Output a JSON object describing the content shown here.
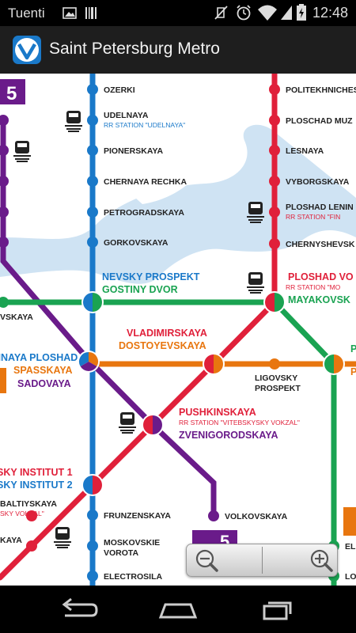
{
  "status_bar": {
    "carrier": "Tuenti",
    "time": "12:48"
  },
  "app": {
    "title": "Saint Petersburg Metro"
  },
  "map": {
    "line_colors": {
      "red": "#e0203a",
      "blue": "#1a79c9",
      "green": "#1aa352",
      "orange": "#e8760f",
      "purple": "#6a1b8a"
    },
    "stations": {
      "ozerki": "OZERKI",
      "udelnaya": "UDELNAYA",
      "rr_udelnaya": "RR STATION \"UDELNAYA\"",
      "pionerskaya": "PIONERSKAYA",
      "chernaya_rechka": "CHERNAYA RECHKA",
      "petrogradskaya": "PETROGRADSKAYA",
      "gorkovskaya": "GORKOVSKAYA",
      "nevsky_prospekt": "NEVSKY PROSPEKT",
      "gostiny_dvor": "GOSTINY DVOR",
      "politekhniches": "POLITEKHNICHES",
      "ploschad_muz": "PLOSCHAD MUZ",
      "lesnaya": "LESNAYA",
      "vyborgskaya": "VYBORGSKAYA",
      "ploshad_lenin": "PLOSHAD LENIN",
      "rr_finl": "RR STATION \"FIN",
      "chernyshevsk": "CHERNYSHEVSK",
      "ploshad_vos": "PLOSHAD VO",
      "rr_mos": "RR STATION \"MO",
      "mayakovsk": "MAYAKOVSK",
      "vskaya": "VSKAYA",
      "vladimirskaya": "VLADIMIRSKAYA",
      "dostoyevskaya": "DOSTOYEVSKAYA",
      "ligovsky": "LIGOVSKY",
      "prospekt": "PROSPEKT",
      "sennaya": "NNAYA PLOSHAD",
      "spasskaya": "SPASSKAYA",
      "sadovaya": "SADOVAYA",
      "pushkinskaya": "PUSHKINSKAYA",
      "rr_vitebsky": "RR STATION \"VITEBSKYSKY VOKZAL\"",
      "zvenigorodskaya": "ZVENIGORODSKAYA",
      "tech_inst_1": "SKY INSTITUT 1",
      "tech_inst_2": "SKY INSTITUT 2",
      "baltiyskaya": "BALTIYSKAYA",
      "rr_vokzal": "SKY VOKZAL\"",
      "kaya": "KAYA",
      "frunzenskaya": "FRUNZENSKAYA",
      "moskovskie": "MOSKOVSKIE",
      "vorota": "VOROTA",
      "electrosila": "ELECTROSILA",
      "volkovskaya": "VOLKOVSKAYA",
      "el_right": "EL",
      "lo_right": "LO",
      "p_right_1": "P",
      "p_right_2": "P"
    },
    "line_badges": {
      "five_top": "5",
      "five_bottom": "5"
    }
  },
  "zoom": {
    "out_label": "zoom-out",
    "in_label": "zoom-in"
  }
}
